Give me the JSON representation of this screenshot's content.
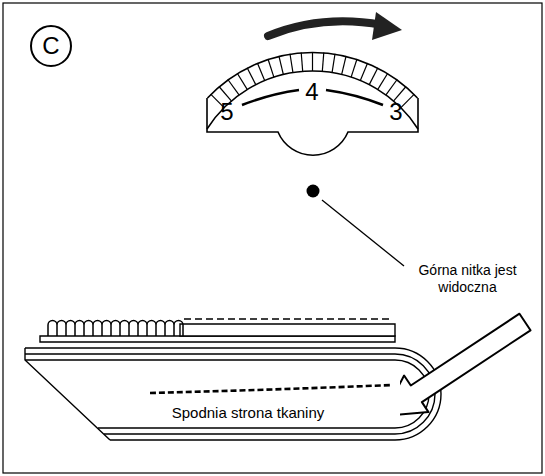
{
  "diagram": {
    "nodes": [
      {
        "text": [
          "C"
        ]
      },
      {
        "text": [
          "Górna nitka jest widoczna"
        ]
      }
    ],
    "labels": [
      "5",
      "4",
      "3",
      "Spodnia strona tkaniny"
    ]
  }
}
